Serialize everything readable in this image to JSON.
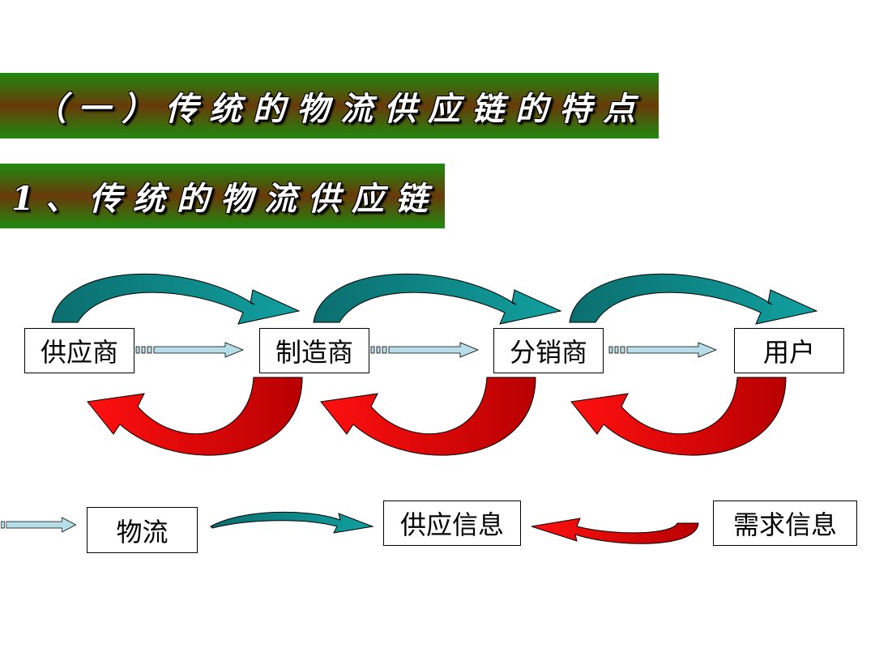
{
  "banners": {
    "main": "（一）传统的物流供应链的特点",
    "sub": "1、传统的物流供应链"
  },
  "nodes": {
    "supplier": "供应商",
    "manufacturer": "制造商",
    "distributor": "分销商",
    "user": "用户"
  },
  "legend": {
    "material_flow": "物流",
    "supply_info": "供应信息",
    "demand_info": "需求信息"
  },
  "colors": {
    "banner_green": "#1f8a10",
    "banner_brown": "#6a3a0a",
    "supply_arrow": "#0e8c8c",
    "demand_arrow": "#e00000",
    "flow_arrow": "#b7dde8"
  }
}
